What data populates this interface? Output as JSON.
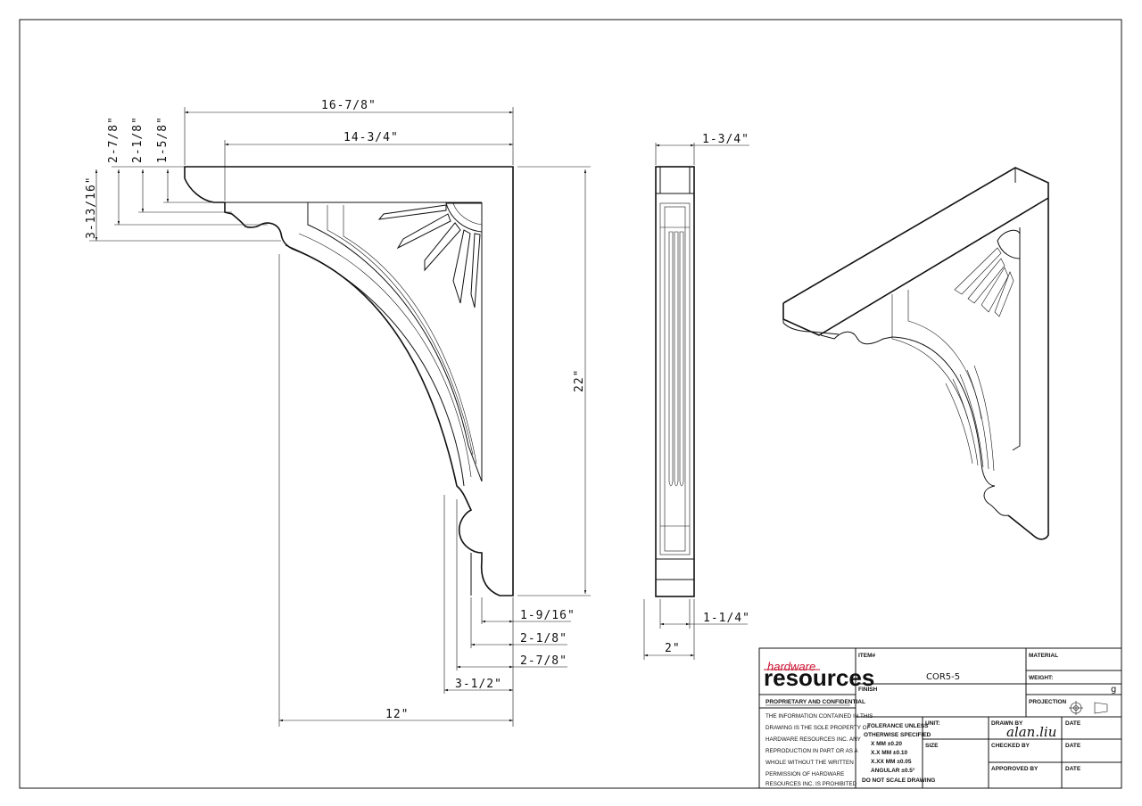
{
  "front_view": {
    "dims": {
      "overall_width": "16-7/8\"",
      "top_width": "14-3/4\"",
      "dim_2_7_8_left": "2-7/8\"",
      "dim_2_1_8_left": "2-1/8\"",
      "dim_1_5_8_left": "1-5/8\"",
      "dim_3_13_16": "3-13/16\"",
      "height": "22\"",
      "dim_1_9_16": "1-9/16\"",
      "dim_2_1_8_bottom": "2-1/8\"",
      "dim_2_7_8_bottom": "2-7/8\"",
      "dim_3_1_2": "3-1/2\"",
      "base_width": "12\""
    }
  },
  "side_view": {
    "dims": {
      "top_thickness": "1-3/4\"",
      "bottom_thickness": "1-1/4\"",
      "overall_thickness": "2\""
    }
  },
  "title_block": {
    "logo_top": "hardware",
    "logo_main": "resources",
    "proprietary_heading": "PROPRIETARY AND CONFIDENTIAL",
    "proprietary_lines": [
      "THE INFORMATION CONTAINED IN THIS",
      "DRAWING IS THE SOLE PROPERTY OF",
      "HARDWARE RESOURCES INC. ANY",
      "REPRODUCTION IN PART OR AS A",
      "WHOLE WITHOUT THE WRITTEN",
      "PERMISSION OF HARDWARE",
      "RESOURCES INC. IS PROHIBITED"
    ],
    "item_label": "ITEM#",
    "item_value": "COR5-5",
    "finish_label": "FINISH",
    "material_label": "MATERIAL",
    "weight_label": "WEIGHT:",
    "weight_value": "g",
    "projection_label": "PROJECTION",
    "tolerance_lines": [
      "TOLERANCE UNLESS",
      "OTHERWISE SPECIFIED",
      "X   MM   ±0.20",
      "X.X   MM   ±0.10",
      "X.XX  MM   ±0.05",
      "ANGULAR   ±0.5°",
      "DO NOT SCALE DRAWING"
    ],
    "unit_label": "UNIT:",
    "size_label": "SIZE",
    "drawn_by_label": "DRAWN BY",
    "drawn_by_value": "alan.liu",
    "checked_by_label": "CHECKED BY",
    "approved_by_label": "APPOROVED BY",
    "date_label": "DATE"
  }
}
